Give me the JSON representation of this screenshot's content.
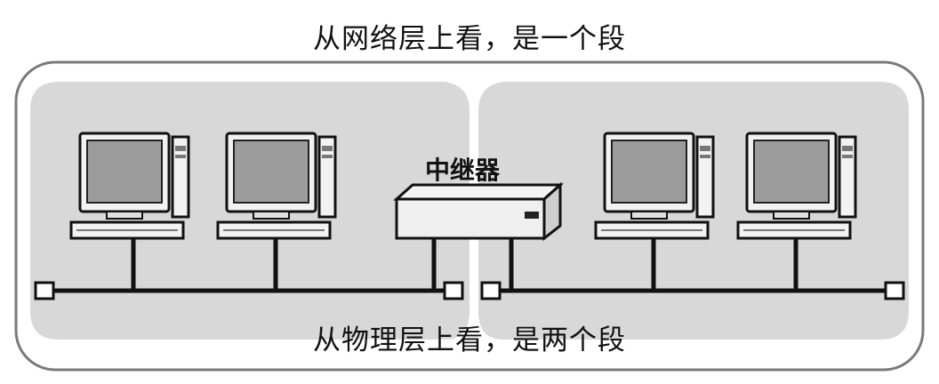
{
  "diagram": {
    "network_layer_caption": "从网络层上看，是一个段",
    "physical_layer_caption": "从物理层上看，是两个段",
    "repeater_label": "中继器"
  },
  "computers": [
    {
      "segment": "left"
    },
    {
      "segment": "left"
    },
    {
      "segment": "right"
    },
    {
      "segment": "right"
    }
  ],
  "colors": {
    "outer_border": "#7a7a7a",
    "segment_fill": "#d8d8d8",
    "screen_fill": "#9c9c9c",
    "device_fill": "#efefef",
    "line": "#111111"
  }
}
